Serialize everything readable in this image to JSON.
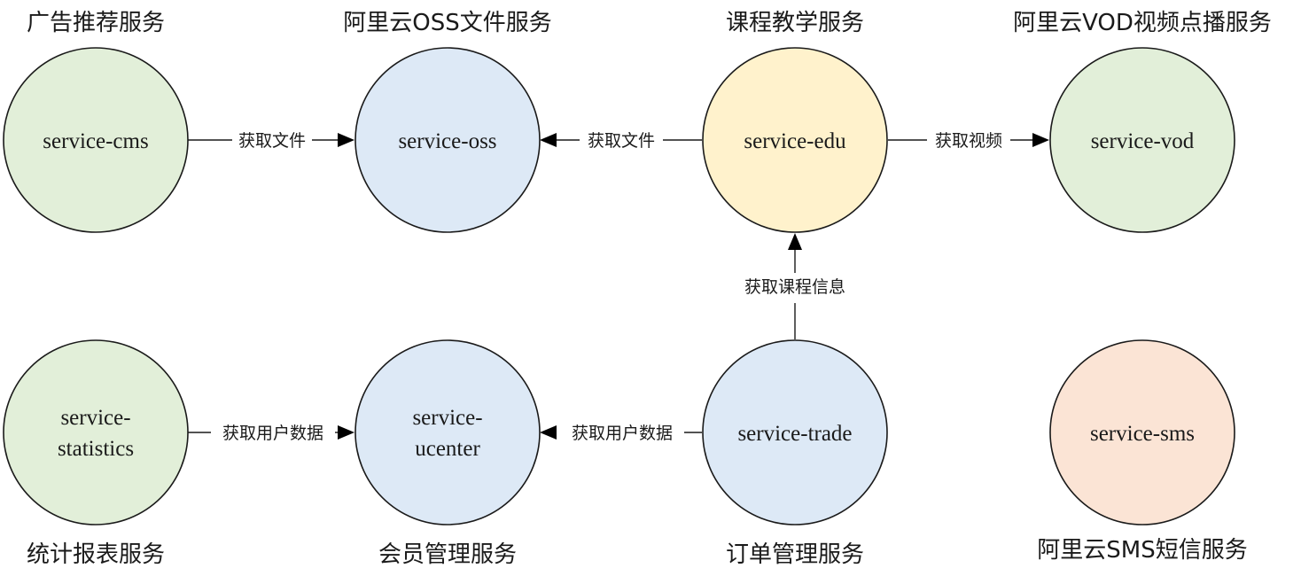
{
  "colors": {
    "green": "#e2efd9",
    "blue": "#dde9f6",
    "yellow": "#fff2cc",
    "peach": "#fbe4d5",
    "stroke": "#1a1a1a"
  },
  "nodes": {
    "cms": {
      "lines": [
        "service-cms"
      ],
      "caption": "广告推荐服务",
      "color": "green"
    },
    "oss": {
      "lines": [
        "service-oss"
      ],
      "caption": "阿里云OSS文件服务",
      "color": "blue"
    },
    "edu": {
      "lines": [
        "service-edu"
      ],
      "caption": "课程教学服务",
      "color": "yellow"
    },
    "vod": {
      "lines": [
        "service-vod"
      ],
      "caption": "阿里云VOD视频点播服务",
      "color": "green"
    },
    "statistics": {
      "lines": [
        "service-",
        "statistics"
      ],
      "caption": "统计报表服务",
      "color": "green"
    },
    "ucenter": {
      "lines": [
        "service-",
        "ucenter"
      ],
      "caption": "会员管理服务",
      "color": "blue"
    },
    "trade": {
      "lines": [
        "service-trade"
      ],
      "caption": "订单管理服务",
      "color": "blue"
    },
    "sms": {
      "lines": [
        "service-sms"
      ],
      "caption": "阿里云SMS短信服务",
      "color": "peach"
    }
  },
  "edges": [
    {
      "from": "cms",
      "to": "oss",
      "label": "获取文件"
    },
    {
      "from": "edu",
      "to": "oss",
      "label": "获取文件"
    },
    {
      "from": "edu",
      "to": "vod",
      "label": "获取视频"
    },
    {
      "from": "trade",
      "to": "edu",
      "label": "获取课程信息"
    },
    {
      "from": "statistics",
      "to": "ucenter",
      "label": "获取用户数据"
    },
    {
      "from": "trade",
      "to": "ucenter",
      "label": "获取用户数据"
    }
  ]
}
